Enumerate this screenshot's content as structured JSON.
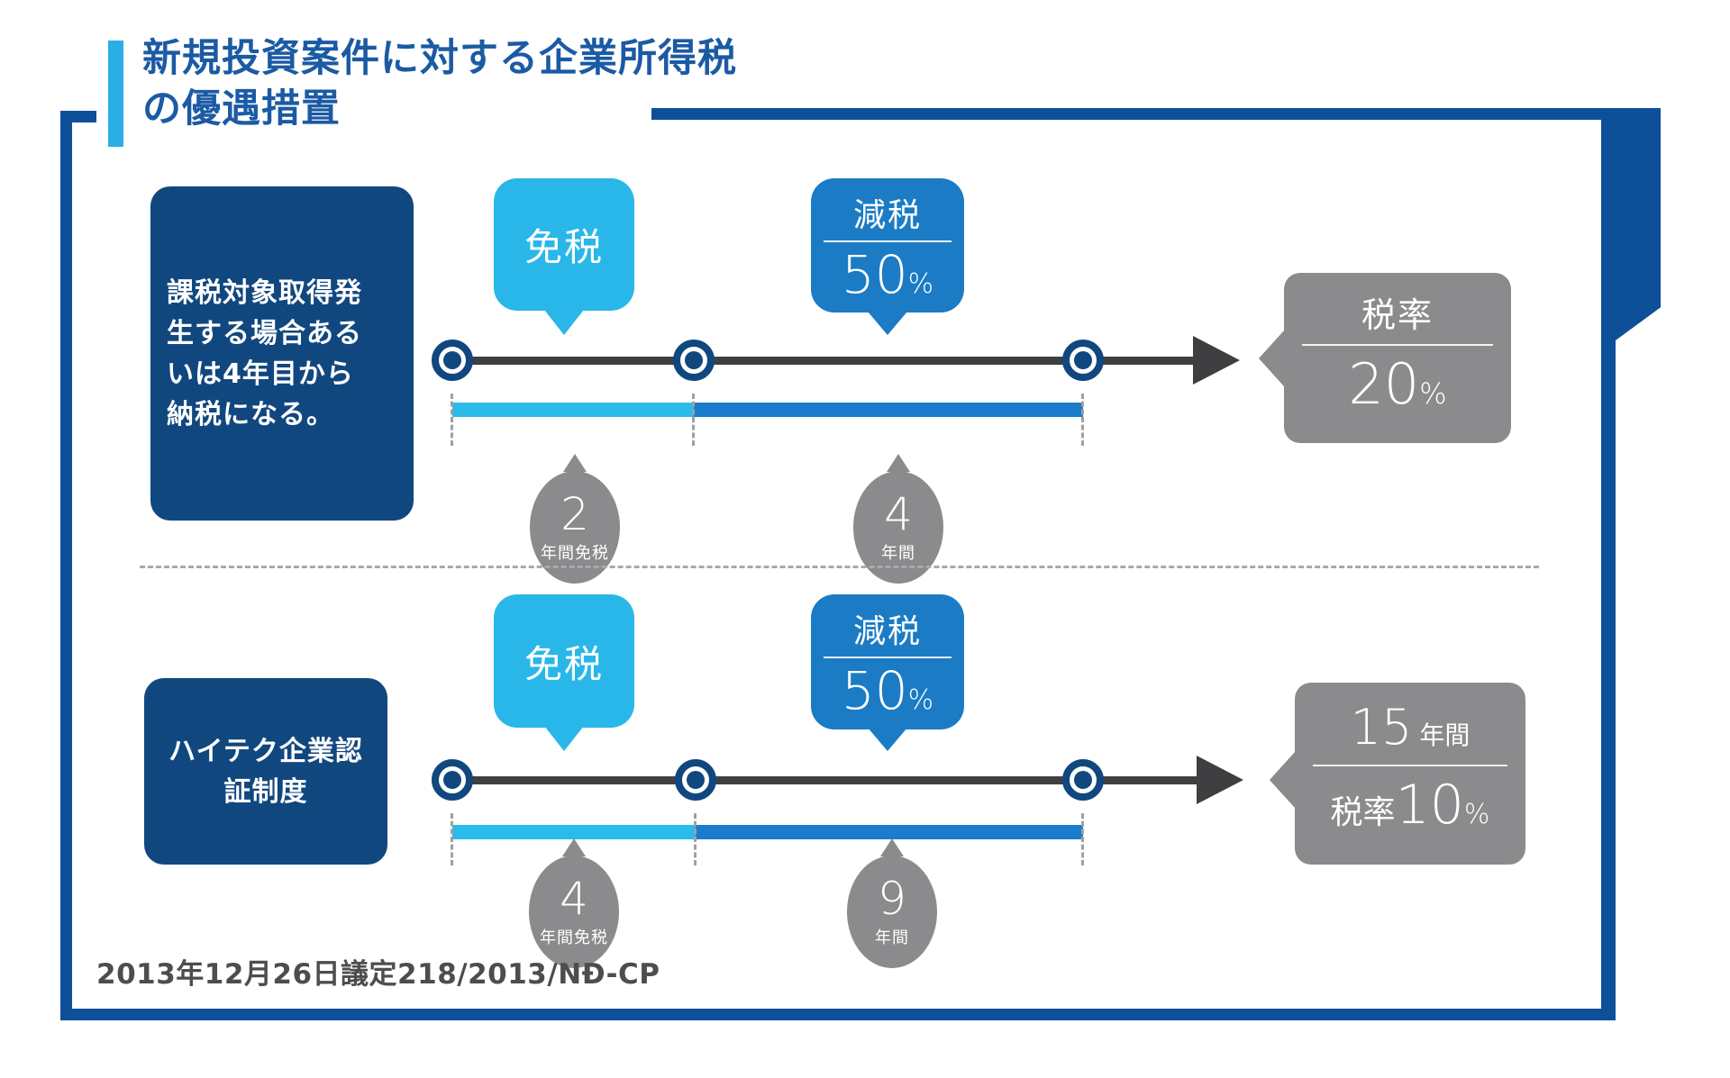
{
  "palette": {
    "navy": "#11477f",
    "frame_blue": "#0e4f99",
    "title_blue": "#1b5aa4",
    "cyan": "#29b7e9",
    "royal_blue": "#1b7cc5",
    "bar_cyan": "#29bbe9",
    "bar_blue": "#1b7ccb",
    "axis_dark_gray": "#3f3f41",
    "gray": "#8b8b8d",
    "footer_gray": "#4d4d4f"
  },
  "title": {
    "line1": "新規投資案件に対する企業所得税",
    "line2": "の優遇措置"
  },
  "rows": [
    {
      "label_lines": [
        "課税対象取得発",
        "生する場合ある",
        "いは4年目から",
        "納税になる。"
      ],
      "exempt_label": "免税",
      "reduction_label": "減税",
      "reduction_value": "50",
      "reduction_unit": "%",
      "period1_value": "2",
      "period1_label": "年間免税",
      "period2_value": "4",
      "period2_label": "年間",
      "result_label": "税率",
      "result_value": "20",
      "result_unit": "%"
    },
    {
      "label_lines": [
        "ハイテク企業認",
        "証制度"
      ],
      "exempt_label": "免税",
      "reduction_label": "減税",
      "reduction_value": "50",
      "reduction_unit": "%",
      "period1_value": "4",
      "period1_label": "年間免税",
      "period2_value": "9",
      "period2_label": "年間",
      "result_duration_value": "15",
      "result_duration_unit": "年間",
      "result_label": "税率",
      "result_value": "10",
      "result_unit": "%"
    }
  ],
  "footer": "2013年12月26日議定218/2013/NĐ-CP"
}
